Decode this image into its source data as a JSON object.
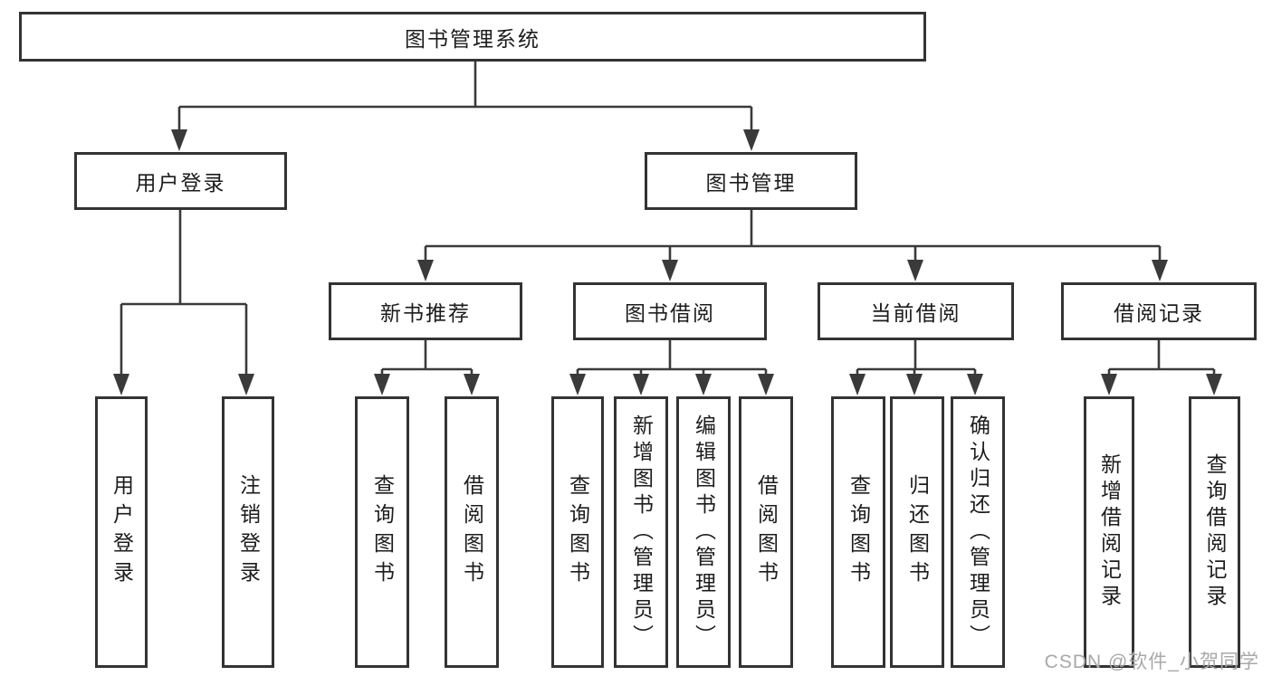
{
  "diagram": {
    "title": "图书管理系统",
    "watermark": "CSDN @软件_小贺同学",
    "colors": {
      "line": "#3a3a3a",
      "box_border": "#333333",
      "text": "#1c1c1c",
      "watermark": "#a8a8a8",
      "background": "#ffffff"
    },
    "nodes": {
      "root": {
        "label": "图书管理系统"
      },
      "user_login": {
        "label": "用户登录"
      },
      "book_mgmt": {
        "label": "图书管理"
      },
      "new_book_rec": {
        "label": "新书推荐"
      },
      "book_borrow": {
        "label": "图书借阅"
      },
      "current_borrow": {
        "label": "当前借阅"
      },
      "borrow_records": {
        "label": "借阅记录"
      },
      "leaf_user_login": {
        "label": "用户登录"
      },
      "leaf_logout": {
        "label": "注销登录"
      },
      "leaf_query_book_1": {
        "label": "查询图书"
      },
      "leaf_borrow_book_1": {
        "label": "借阅图书"
      },
      "leaf_query_book_2": {
        "label": "查询图书"
      },
      "leaf_add_book": {
        "label": "新增图书（管理员）"
      },
      "leaf_edit_book": {
        "label": "编辑图书（管理员）"
      },
      "leaf_borrow_book_2": {
        "label": "借阅图书"
      },
      "leaf_query_book_3": {
        "label": "查询图书"
      },
      "leaf_return_book": {
        "label": "归还图书"
      },
      "leaf_confirm_return": {
        "label": "确认归还（管理员）"
      },
      "leaf_add_borrow_record": {
        "label": "新增借阅记录"
      },
      "leaf_query_borrow_record": {
        "label": "查询借阅记录"
      }
    }
  }
}
